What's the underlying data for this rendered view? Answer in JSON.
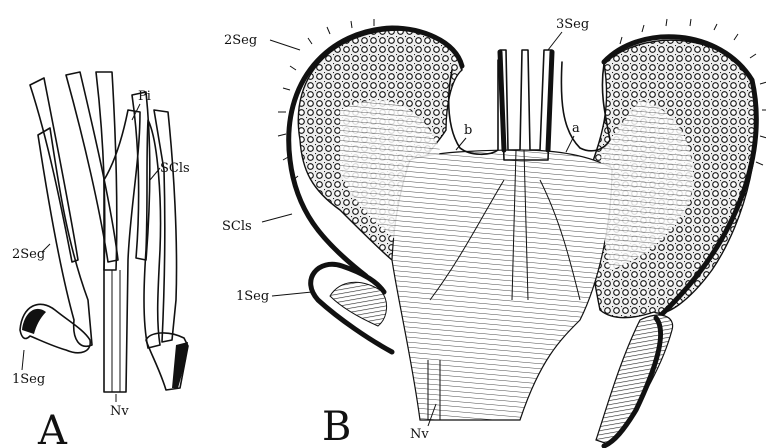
{
  "panel_a": {
    "letter": "A",
    "labels": {
      "pi": "Pi",
      "scls": "SCls",
      "seg2": "2Seg",
      "seg1": "1Seg",
      "nv": "Nv"
    }
  },
  "panel_b": {
    "letter": "B",
    "labels": {
      "seg2": "2Seg",
      "seg3": "3Seg",
      "b": "b",
      "a": "a",
      "scls": "SCls",
      "seg1": "1Seg",
      "nv": "Nv"
    }
  },
  "colors": {
    "ink": "#111111",
    "background": "#ffffff"
  }
}
